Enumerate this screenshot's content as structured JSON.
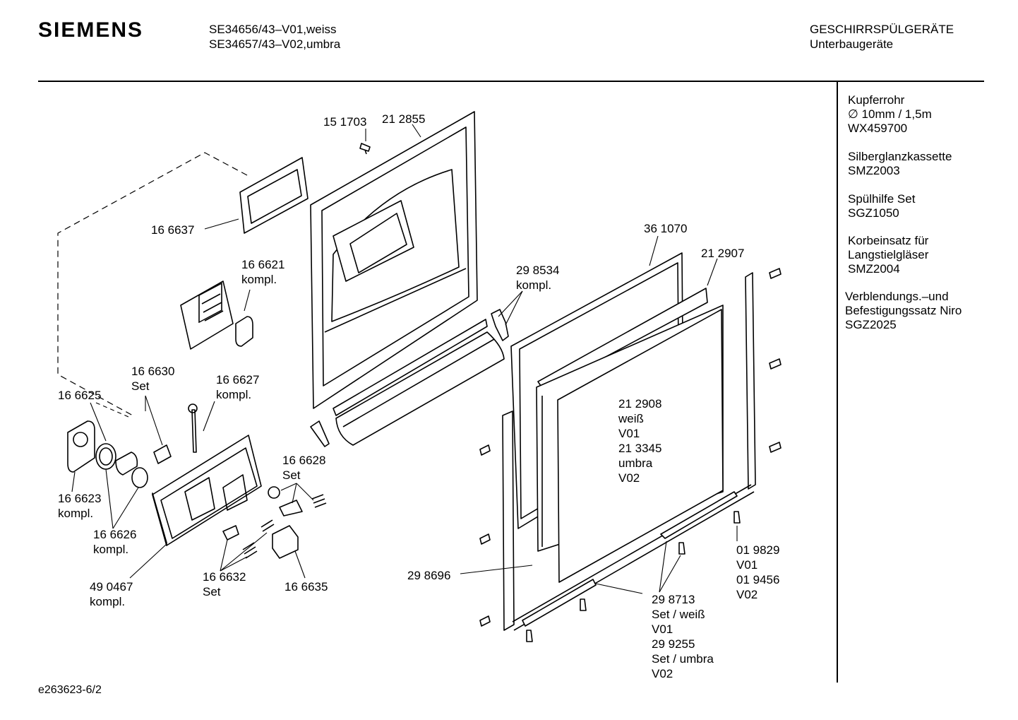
{
  "header": {
    "brand": "SIEMENS",
    "model_line_1": "SE34656/43–V01,weiss",
    "model_line_2": "SE34657/43–V02,umbra",
    "category_line_1": "GESCHIRRSPÜLGERÄTE",
    "category_line_2": "Unterbaugeräte"
  },
  "accessories": [
    {
      "lines": [
        "Kupferrohr",
        "∅ 10mm / 1,5m",
        "WX459700"
      ]
    },
    {
      "lines": [
        "Silberglanzkassette",
        "SMZ2003"
      ]
    },
    {
      "lines": [
        "Spülhilfe Set",
        "SGZ1050"
      ]
    },
    {
      "lines": [
        "Korbeinsatz für",
        "Langstielgläser",
        "SMZ2004"
      ]
    },
    {
      "lines": [
        "Verblendungs.–und",
        "Befestigungssatz Niro",
        "SGZ2025"
      ]
    }
  ],
  "labels": {
    "p151703": "15 1703",
    "p212855": "21 2855",
    "p166637": "16 6637",
    "p166621": [
      "16 6621",
      "kompl."
    ],
    "p298534": [
      "29 8534",
      "kompl."
    ],
    "p361070": "36 1070",
    "p212907": "21 2907",
    "p166630": [
      "16 6630",
      "Set"
    ],
    "p166627": [
      "16 6627",
      "kompl."
    ],
    "p166625": "16 6625",
    "p166628": [
      "16 6628",
      "Set"
    ],
    "p212908": [
      "21 2908",
      "weiß",
      "V01",
      "21 3345",
      "umbra",
      "V02"
    ],
    "p166623": [
      "16 6623",
      "kompl."
    ],
    "p166626": [
      "16 6626",
      "kompl."
    ],
    "p490467": [
      "49 0467",
      "kompl."
    ],
    "p166632": [
      "16 6632",
      "Set"
    ],
    "p166635": "16 6635",
    "p298696": "29 8696",
    "p019829": [
      "01 9829",
      "V01",
      "01 9456",
      "V02"
    ],
    "p298713": [
      "29 8713",
      "Set / weiß",
      "V01",
      "29 9255",
      "Set / umbra",
      "V02"
    ]
  },
  "footer": {
    "drawing_id": "e263623-6/2"
  }
}
